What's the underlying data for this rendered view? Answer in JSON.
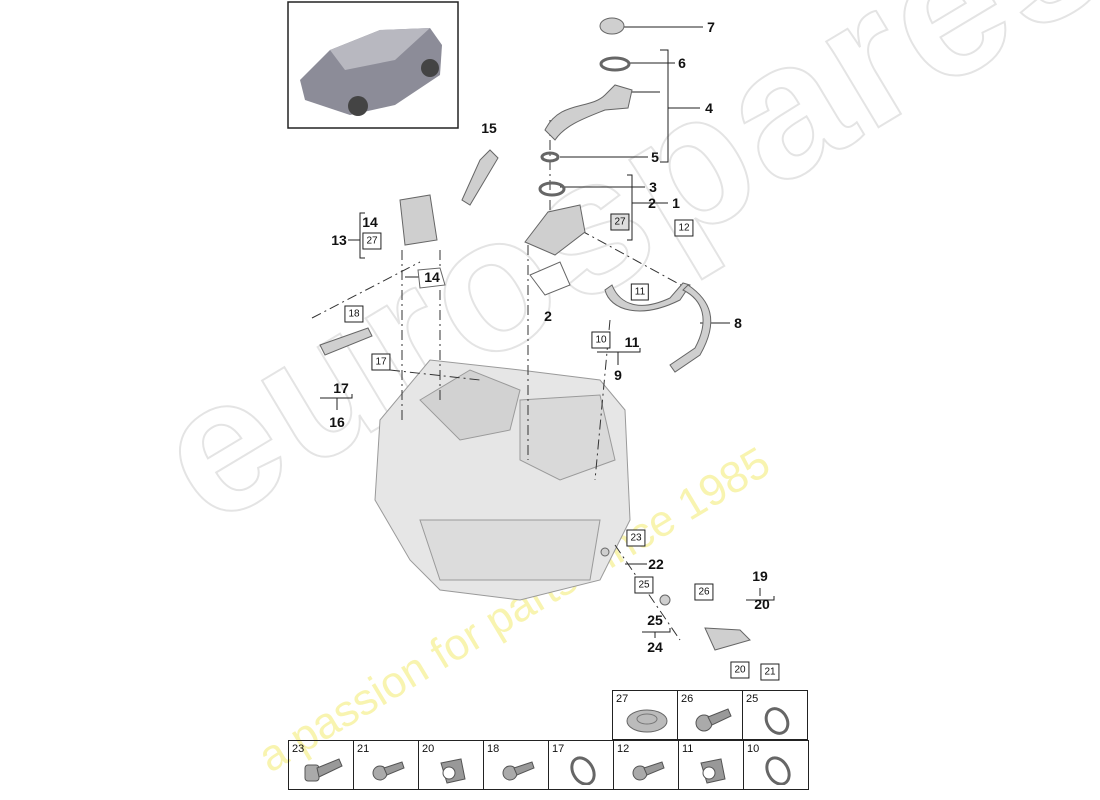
{
  "watermark": {
    "brand": "eurospares",
    "tagline": "a passion for parts since 1985"
  },
  "callouts": [
    {
      "id": "7",
      "boxed": false
    },
    {
      "id": "6",
      "boxed": false
    },
    {
      "id": "4",
      "boxed": false
    },
    {
      "id": "5",
      "boxed": false
    },
    {
      "id": "3",
      "boxed": false
    },
    {
      "id": "2",
      "boxed": false
    },
    {
      "id": "1",
      "boxed": false
    },
    {
      "id": "27",
      "boxed": true
    },
    {
      "id": "15",
      "boxed": false
    },
    {
      "id": "14",
      "boxed": false
    },
    {
      "id": "13",
      "boxed": false
    },
    {
      "id": "27",
      "boxed": true
    },
    {
      "id": "14",
      "boxed": false
    },
    {
      "id": "2",
      "boxed": false
    },
    {
      "id": "12",
      "boxed": true
    },
    {
      "id": "11",
      "boxed": true
    },
    {
      "id": "8",
      "boxed": false
    },
    {
      "id": "10",
      "boxed": true
    },
    {
      "id": "11",
      "boxed": false
    },
    {
      "id": "9",
      "boxed": false
    },
    {
      "id": "18",
      "boxed": true
    },
    {
      "id": "17",
      "boxed": true
    },
    {
      "id": "17",
      "boxed": false
    },
    {
      "id": "16",
      "boxed": false
    },
    {
      "id": "23",
      "boxed": true
    },
    {
      "id": "22",
      "boxed": false
    },
    {
      "id": "25",
      "boxed": true
    },
    {
      "id": "26",
      "boxed": true
    },
    {
      "id": "19",
      "boxed": false
    },
    {
      "id": "20",
      "boxed": false
    },
    {
      "id": "25",
      "boxed": false
    },
    {
      "id": "24",
      "boxed": false
    },
    {
      "id": "20",
      "boxed": true
    },
    {
      "id": "21",
      "boxed": true
    }
  ],
  "parts_table": {
    "top_row": [
      {
        "num": "27",
        "icon": "cap"
      },
      {
        "num": "26",
        "icon": "screw"
      },
      {
        "num": "25",
        "icon": "ring"
      }
    ],
    "bottom_row": [
      {
        "num": "23",
        "icon": "bolt"
      },
      {
        "num": "21",
        "icon": "screw"
      },
      {
        "num": "20",
        "icon": "clip"
      },
      {
        "num": "18",
        "icon": "screw"
      },
      {
        "num": "17",
        "icon": "ring"
      },
      {
        "num": "12",
        "icon": "screw"
      },
      {
        "num": "11",
        "icon": "clip"
      },
      {
        "num": "10",
        "icon": "ring"
      }
    ]
  }
}
